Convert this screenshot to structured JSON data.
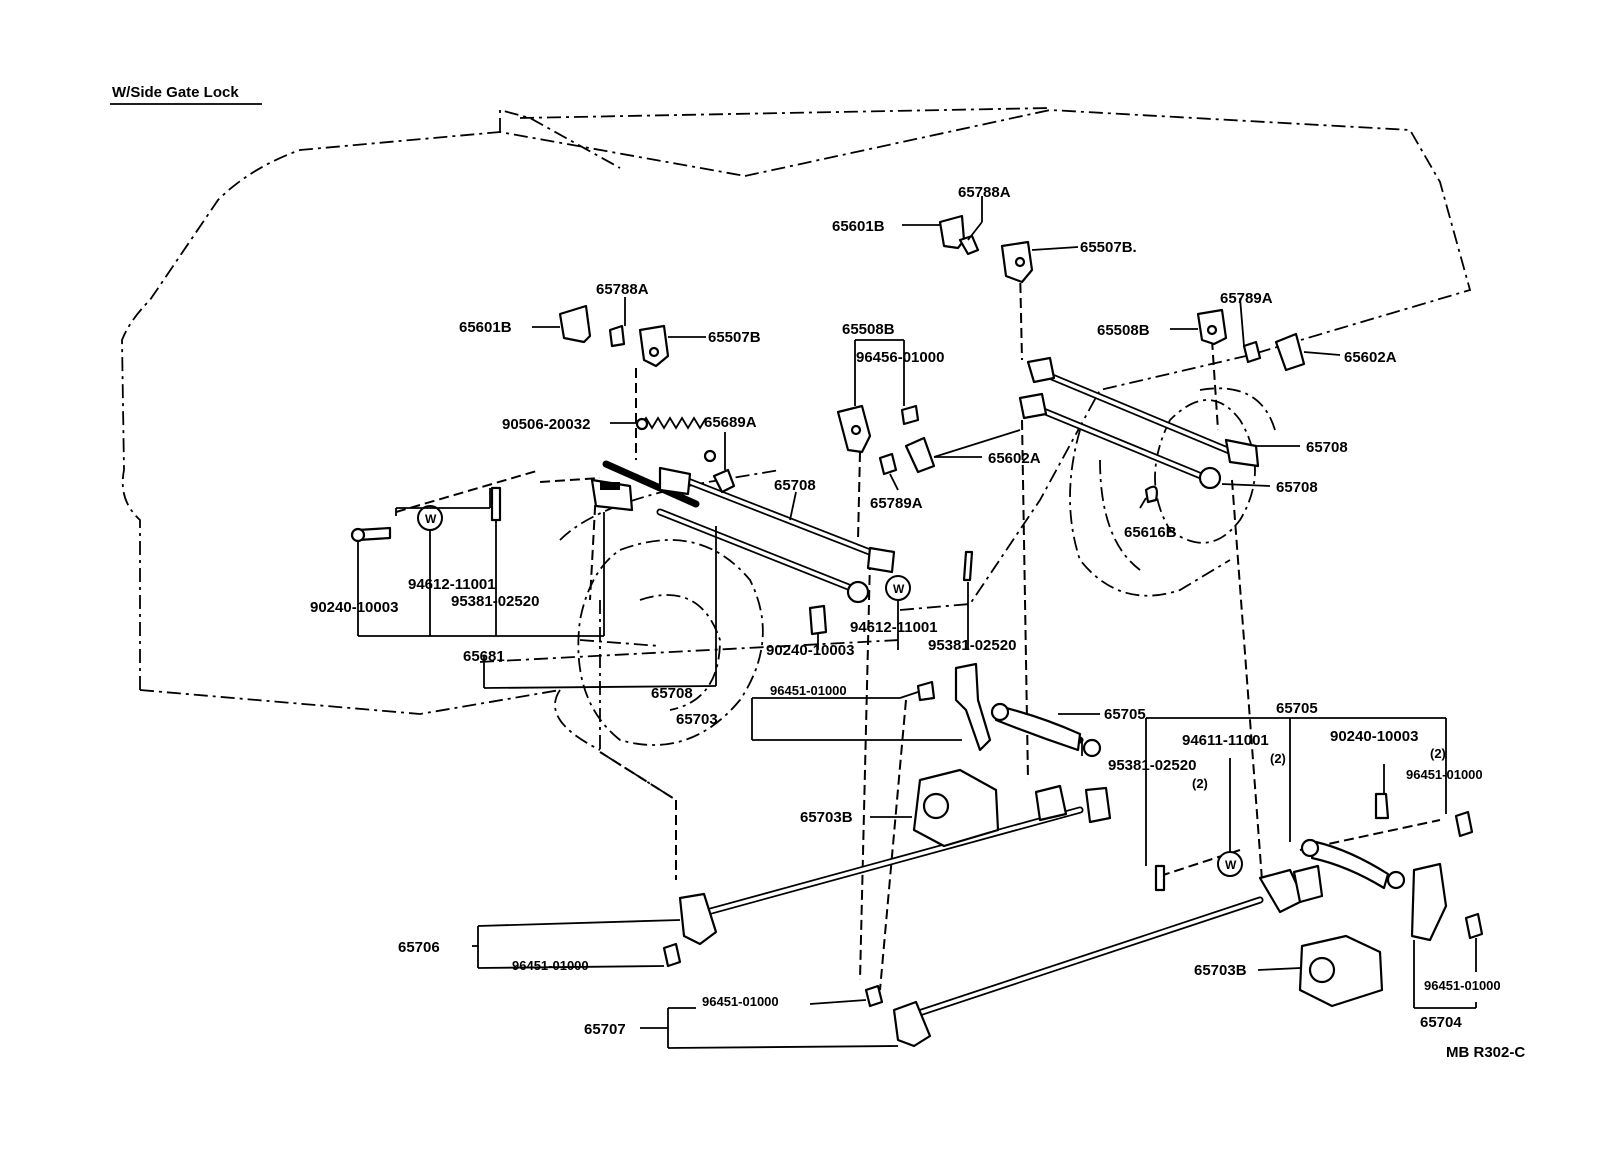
{
  "title": "W/Side Gate Lock",
  "drawing_code": "MB R302-C",
  "washer_symbol": "W",
  "labels": {
    "p65788A_a": "65788A",
    "p65601B_a": "65601B",
    "p65507B_a": "65507B.",
    "p65788A_b": "65788A",
    "p65601B_b": "65601B",
    "p65507B_b": "65507B",
    "p65508B_a": "65508B",
    "p96456": "96456-01000",
    "p65508B_b": "65508B",
    "p65789A_a": "65789A",
    "p65602A_a": "65602A",
    "p90506": "90506-20032",
    "p65689A": "65689A",
    "p65708_a": "65708",
    "p65602A_b": "65602A",
    "p65708_b": "65708",
    "p65708_c": "65708",
    "p65789A_b": "65789A",
    "p65616B": "65616B",
    "p94612_a": "94612-11001",
    "p95381_a": "95381-02520",
    "p90240_a": "90240-10003",
    "p65681": "65681",
    "p94612_b": "94612-11001",
    "p90240_b": "90240-10003",
    "p95381_b": "95381-02520",
    "p65708_d": "65708",
    "p96451_a": "96451-01000",
    "p65703": "65703",
    "p65705_a": "65705",
    "p65705_b": "65705",
    "p94611": "94611-11001",
    "p94611_qty": "(2)",
    "p90240_c": "90240-10003",
    "p90240_c_qty": "(2)",
    "p96451_b": "96451-01000",
    "p95381_c": "95381-02520",
    "p95381_c_qty": "(2)",
    "p65703B_a": "65703B",
    "p65706": "65706",
    "p96451_c": "96451-01000",
    "p96451_d": "96451-01000",
    "p65707": "65707",
    "p65703B_b": "65703B",
    "p96451_e": "96451-01000",
    "p65704": "65704"
  }
}
